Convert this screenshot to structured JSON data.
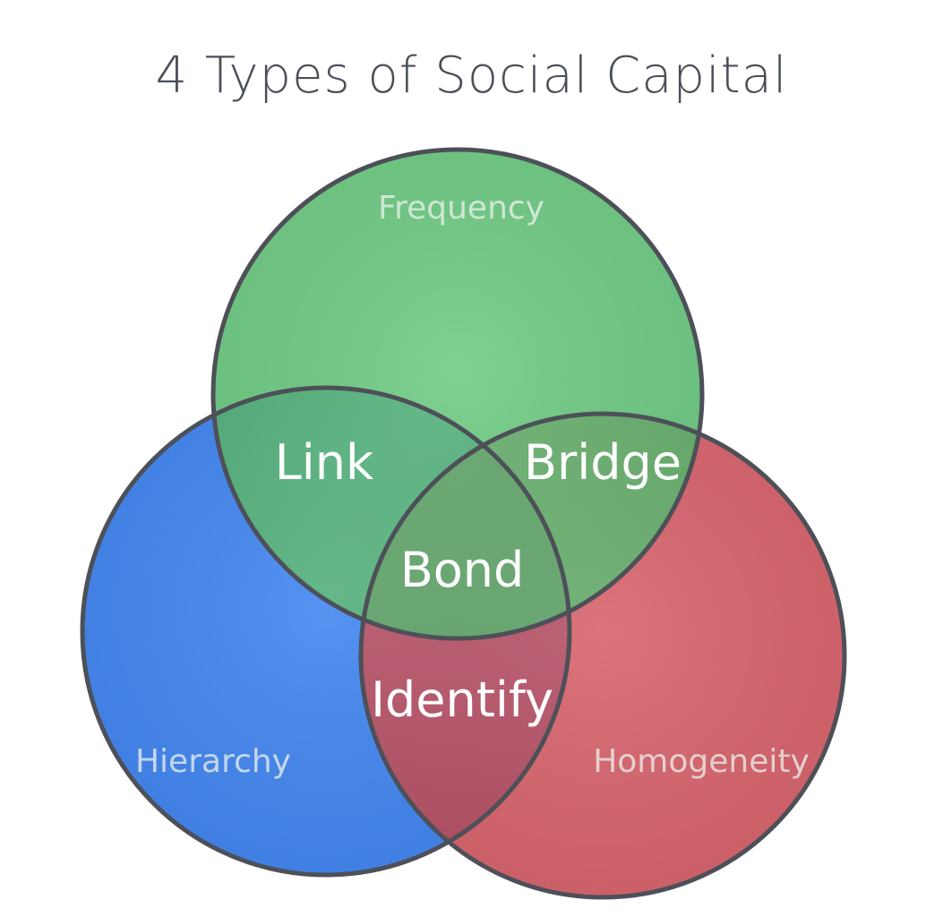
{
  "title": "4 Types of Social Capital",
  "colors": {
    "frequency": "#5dc474",
    "hierarchy": "#3d83ef",
    "homogeneity": "#d3505a",
    "outline": "#4d5058",
    "title_text": "#4a4f57"
  },
  "sets": {
    "frequency": "Frequency",
    "hierarchy": "Hierarchy",
    "homogeneity": "Homogeneity"
  },
  "regions": {
    "link": "Link",
    "bridge": "Bridge",
    "bond": "Bond",
    "identify": "Identify"
  }
}
